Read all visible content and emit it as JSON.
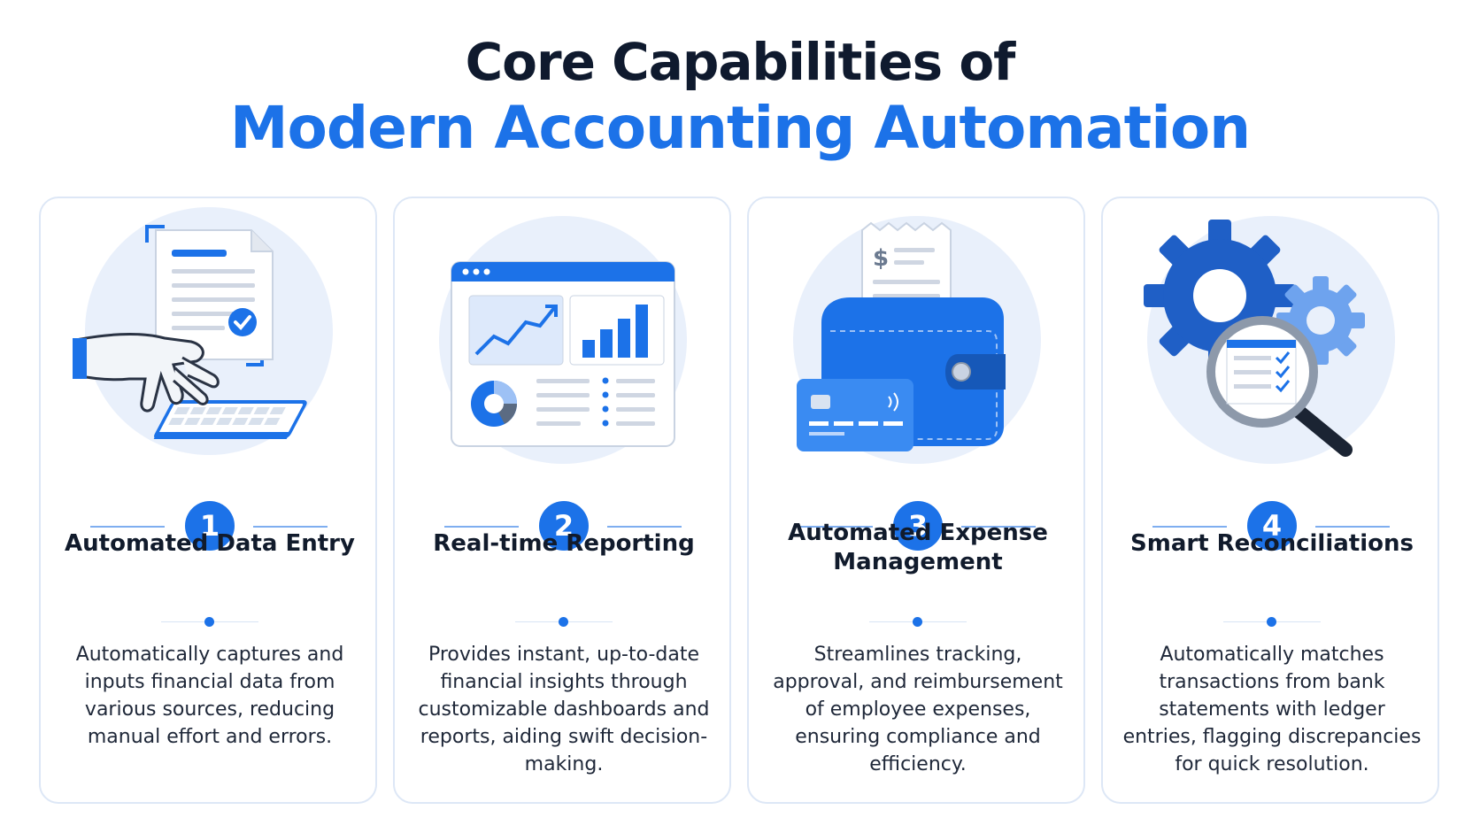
{
  "header": {
    "title_line1": "Core Capabilities of",
    "title_line2": "Modern Accounting Automation"
  },
  "colors": {
    "accent": "#1c72e8",
    "dark_text": "#0f1a2e",
    "card_border": "#dde7f6",
    "circle_bg": "#e9f0fb"
  },
  "cards": [
    {
      "number": "1",
      "title": "Automated Data Entry",
      "description": "Automatically captures and inputs financial data from various sources, reducing manual effort and errors.",
      "icon": "robot-hand-typing-document-icon"
    },
    {
      "number": "2",
      "title": "Real-time Reporting",
      "description": "Provides instant, up-to-date financial insights through customizable dashboards and reports, aiding swift decision-making.",
      "icon": "dashboard-charts-icon"
    },
    {
      "number": "3",
      "title": "Automated Expense Management",
      "description": "Streamlines tracking, approval, and reimbursement of employee expenses, ensuring compliance and efficiency.",
      "icon": "wallet-receipt-card-icon"
    },
    {
      "number": "4",
      "title": "Smart Reconciliations",
      "description": "Automatically matches transactions from bank statements with ledger entries, flagging discrepancies for quick resolution.",
      "icon": "gears-magnifier-checklist-icon"
    }
  ]
}
